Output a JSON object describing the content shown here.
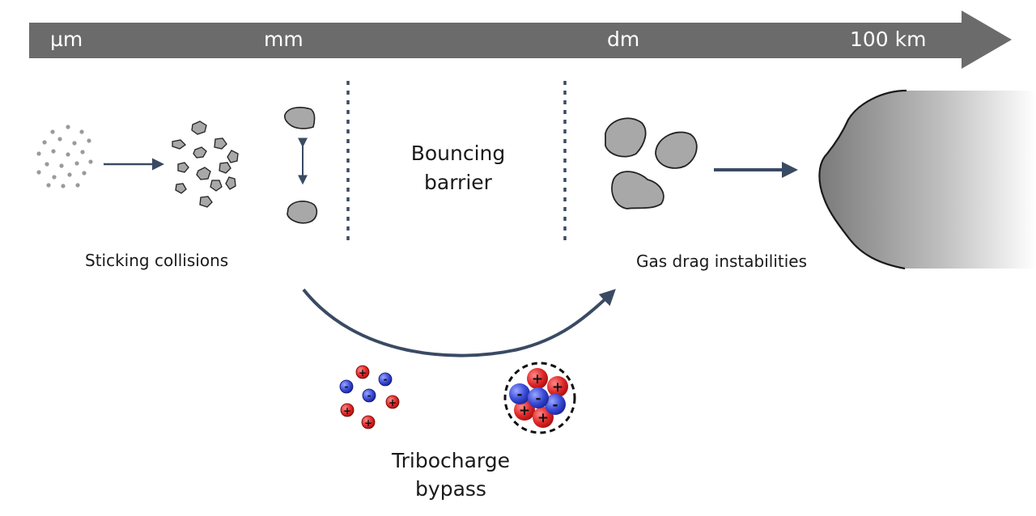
{
  "scale_bar": {
    "labels": [
      "µm",
      "mm",
      "dm",
      "100 km"
    ]
  },
  "stages": {
    "sticking": "Sticking collisions",
    "barrier_line1": "Bouncing",
    "barrier_line2": "barrier",
    "gas_drag": "Gas drag instabilities"
  },
  "bypass": {
    "line1": "Tribocharge",
    "line2": "bypass"
  },
  "charges": {
    "positive": "+",
    "negative": "-"
  },
  "colors": {
    "scale_bar": "#6b6b6b",
    "arrow": "#3a4a63",
    "grain_fill": "#a8a8a8",
    "positive_charge": "#e02828",
    "negative_charge": "#3a4bd8"
  }
}
